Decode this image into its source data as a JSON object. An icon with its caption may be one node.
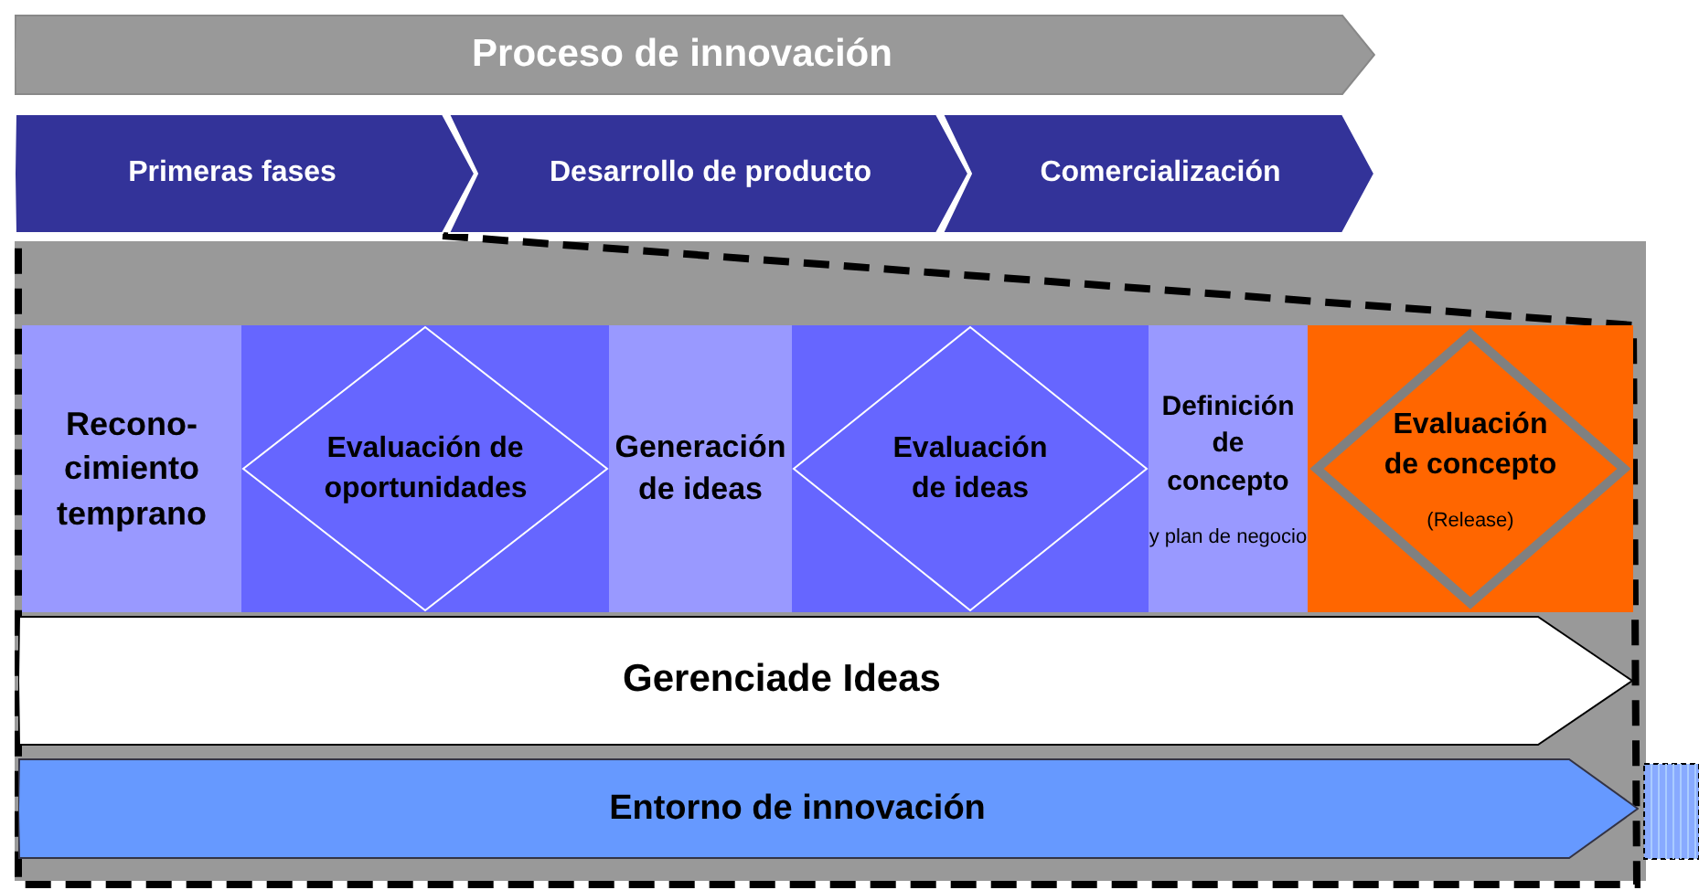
{
  "diagram": {
    "nodes": [
      {
        "text": [
          "Proceso de innovación"
        ]
      },
      {
        "text": [
          "Primeras fases"
        ]
      },
      {
        "text": [
          "Desarrollo de producto"
        ]
      },
      {
        "text": [
          "Comercialización"
        ]
      },
      {
        "text": [
          "Recono-cimiento temprano"
        ]
      },
      {
        "text": [
          "Evaluación de oportunidades"
        ]
      },
      {
        "text": [
          "Generación de ideas"
        ]
      },
      {
        "text": [
          "Evaluación de ideas"
        ]
      },
      {
        "text": [
          "Definición de concepto",
          "y plan de negocio"
        ]
      },
      {
        "text": [
          "Evaluación de concepto",
          "(Release)"
        ]
      },
      {
        "text": [
          "Gerenciade Ideas"
        ]
      },
      {
        "text": [
          "Entorno de innovación"
        ]
      }
    ]
  }
}
